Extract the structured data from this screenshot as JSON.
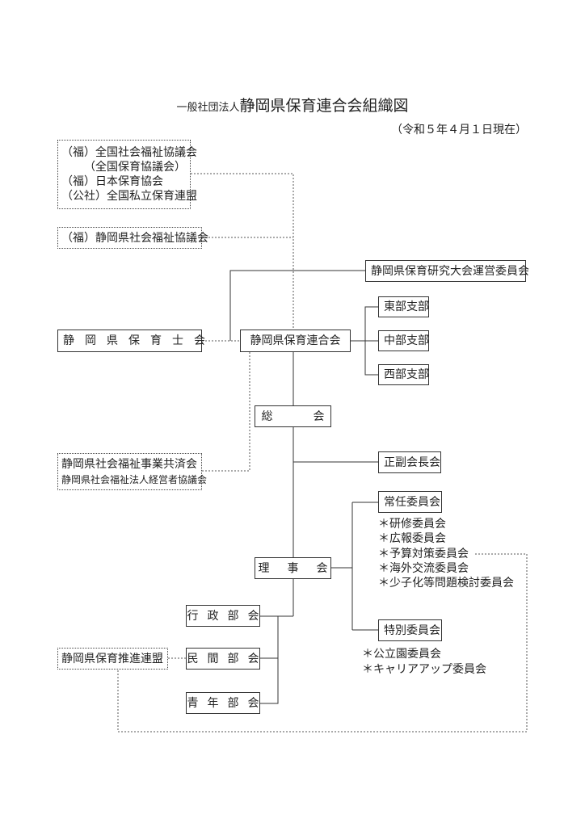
{
  "title_prefix": "一般社団法人",
  "title_main": "静岡県保育連合会組織図",
  "date": "（令和５年４月１日現在）",
  "external": {
    "line1": "（福）全国社会福祉協議会",
    "line2": "（全国保育協議会）",
    "line3": "（福）日本保育協会",
    "line4": "（公社）全国私立保育連盟"
  },
  "pref_council": "（福）静岡県社会福祉協議会",
  "research_committee": "静岡県保育研究大会運営委員会",
  "nursery_teachers": "静岡県保育士会",
  "federation": "静岡県保育連合会",
  "branches": [
    "東部支部",
    "中部支部",
    "西部支部"
  ],
  "general_meeting": "総会",
  "mutual_aid": {
    "line1": "静岡県社会福祉事業共済会",
    "line2": "静岡県社会福祉法人経営者協議会"
  },
  "chairs": "正副会長会",
  "standing_committee": "常任委員会",
  "standing_subs": [
    "＊研修委員会",
    "＊広報委員会",
    "＊予算対策委員会",
    "＊海外交流委員会",
    "＊少子化等問題検討委員会"
  ],
  "board": "理事会",
  "divisions": [
    "行政部会",
    "民間部会",
    "青年部会"
  ],
  "promotion": "静岡県保育推進連盟",
  "special_committee": "特別委員会",
  "special_subs": [
    "＊公立園委員会",
    "＊キャリアアップ委員会"
  ]
}
